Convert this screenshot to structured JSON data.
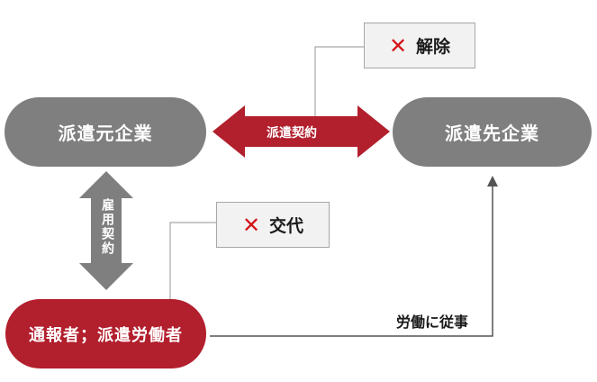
{
  "nodes": {
    "dispatch_company": "派遣元企業",
    "client_company": "派遣先企業",
    "reporter": "通報者；派遣労働者"
  },
  "arrows": {
    "dispatch_contract": "派遣契約",
    "employment_contract": "雇用契約",
    "work_under": "労働に従事"
  },
  "notes": {
    "cancel": "解除",
    "replace": "交代",
    "mark": "✕"
  },
  "colors": {
    "gray": "#7f7f7f",
    "red": "#b21f2d",
    "x_mark": "#d4141a"
  }
}
